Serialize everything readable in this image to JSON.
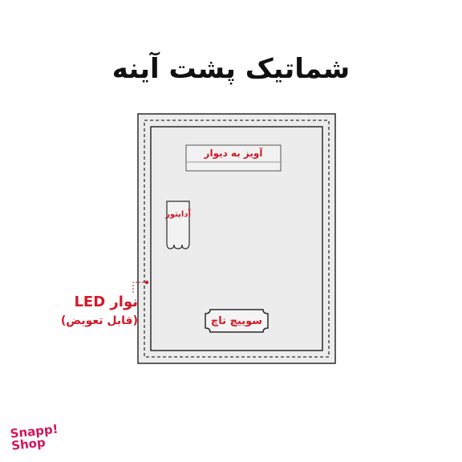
{
  "title": "شماتیک پشت آینه",
  "labels": {
    "hanger": "آویز به دیوار",
    "adapter": "آداپتور",
    "switch": "سوییچ تاچ",
    "led": "نوار LED",
    "led_note": "(قابل تعویض)"
  },
  "logo": {
    "line1": "Snapp!",
    "line2": "Shop"
  },
  "colors": {
    "panel_fill": "#ececec",
    "outline": "#2b2b2b",
    "accent": "#d11a2a",
    "brand": "#d4145a"
  }
}
